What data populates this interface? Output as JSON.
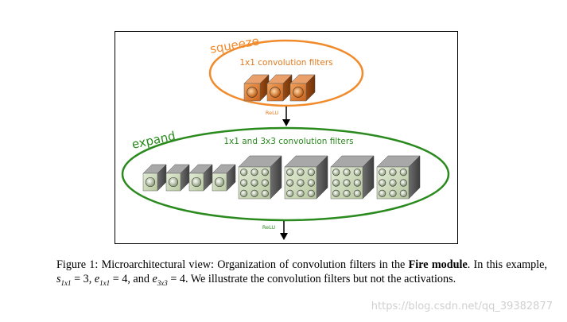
{
  "figure": {
    "squeeze_label": "squeeze",
    "squeeze_filters_label": "1x1 convolution filters",
    "squeeze_relu": "ReLU",
    "expand_label": "expand",
    "expand_filters_label": "1x1 and 3x3 convolution filters",
    "expand_relu": "ReLU",
    "squeeze_filter_count": 3,
    "expand_1x1_count": 4,
    "expand_3x3_count": 4,
    "colors": {
      "squeeze": "#f08a2a",
      "expand": "#2a8a1e",
      "squeeze_cube": "#e07a2e",
      "expand_cube": "#c9d7b6"
    }
  },
  "caption": {
    "prefix": "Figure 1: Microarchitectural view: Organization of convolution filters in the",
    "bold": "Fire module",
    "mid1": ". In this example,",
    "s_var": "s",
    "s_sub": "1x1",
    "eq1": " = 3,",
    "e1_var": "e",
    "e1_sub": "1x1",
    "eq2": " = 4, and",
    "e3_var": "e",
    "e3_sub": "3x3",
    "eq3": " = 4. We illustrate the convolution filters but not the activations."
  },
  "watermark": "https://blog.csdn.net/qq_39382877"
}
